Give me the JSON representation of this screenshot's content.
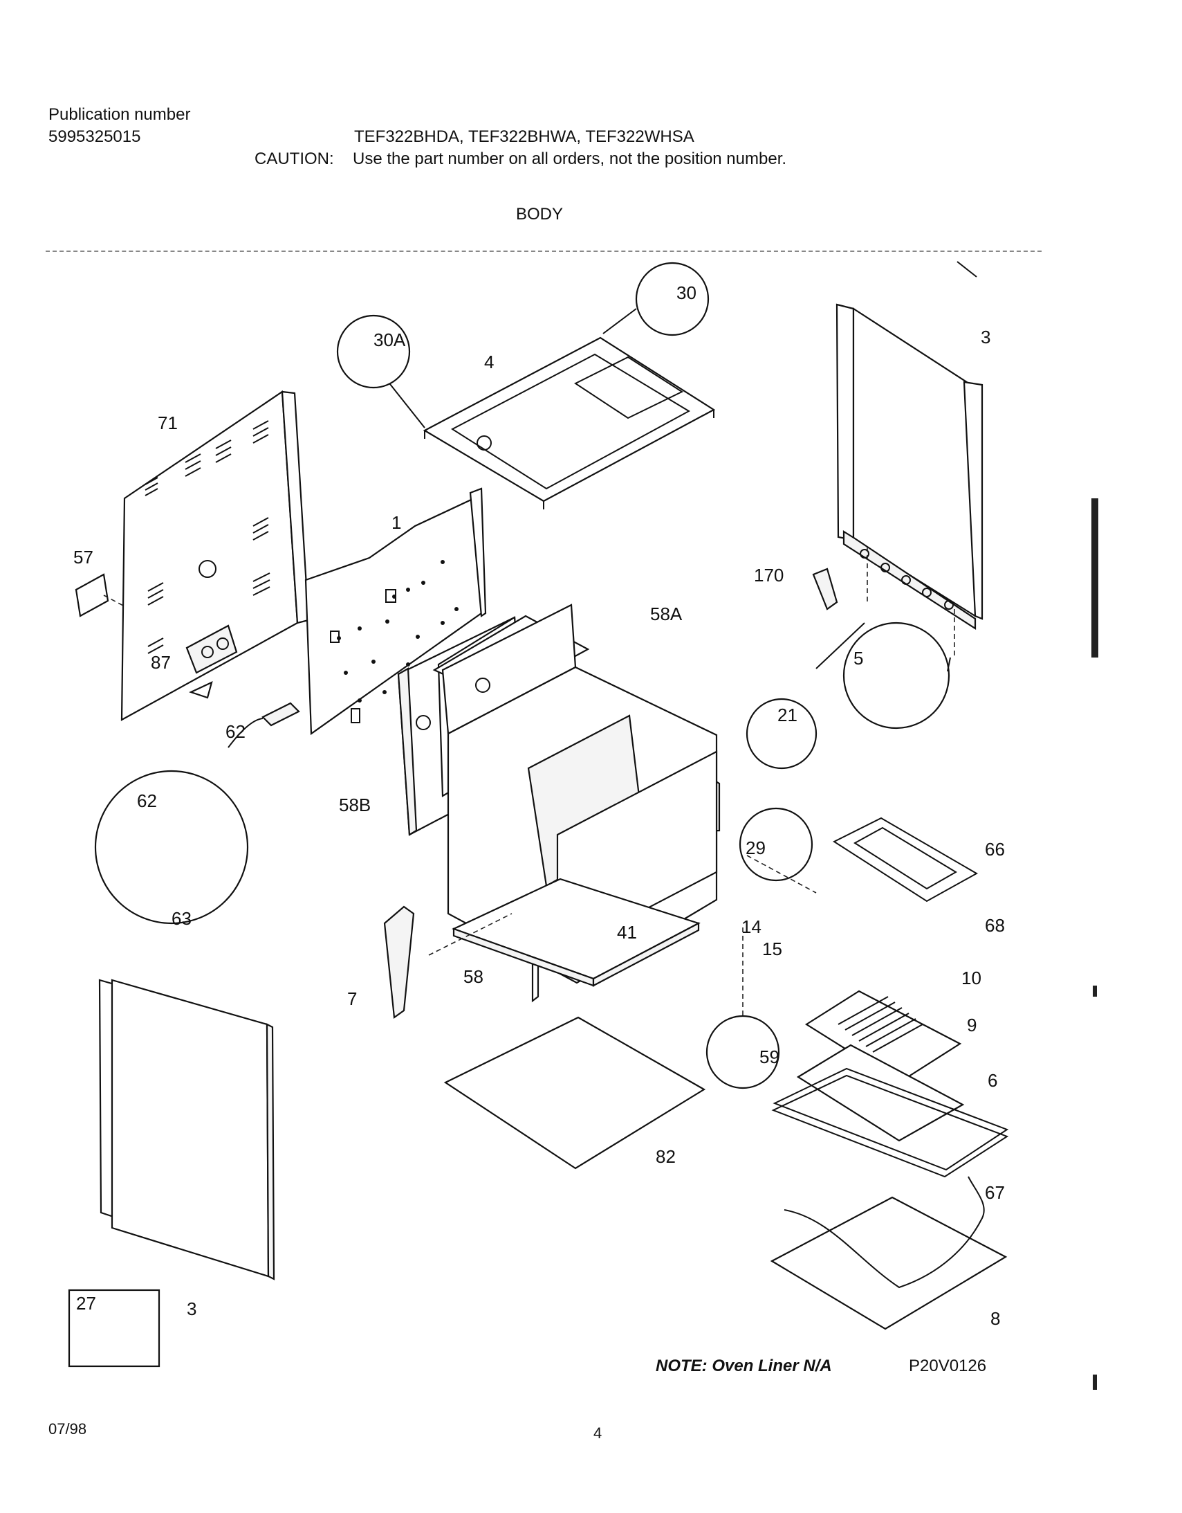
{
  "header": {
    "publication_label": "Publication number",
    "publication_number": "5995325015",
    "models": "TEF322BHDA, TEF322BHWA, TEF322WHSA",
    "caution_label": "CAUTION:",
    "caution_text": "Use the part number on all orders, not the position number."
  },
  "section_title": "BODY",
  "callouts": {
    "c1": "1",
    "c3a": "3",
    "c3b": "3",
    "c4": "4",
    "c5": "5",
    "c6": "6",
    "c7": "7",
    "c8": "8",
    "c9": "9",
    "c10": "10",
    "c14": "14",
    "c15": "15",
    "c21": "21",
    "c27": "27",
    "c29": "29",
    "c30": "30",
    "c30a": "30A",
    "c41": "41",
    "c57": "57",
    "c58": "58",
    "c58a": "58A",
    "c58b": "58B",
    "c59": "59",
    "c62a": "62",
    "c62b": "62",
    "c63": "63",
    "c66": "66",
    "c67": "67",
    "c68": "68",
    "c71": "71",
    "c82": "82",
    "c87": "87",
    "c170": "170"
  },
  "note": "NOTE: Oven Liner N/A",
  "diagram_code": "P20V0126",
  "footer": {
    "date": "07/98",
    "page": "4"
  }
}
